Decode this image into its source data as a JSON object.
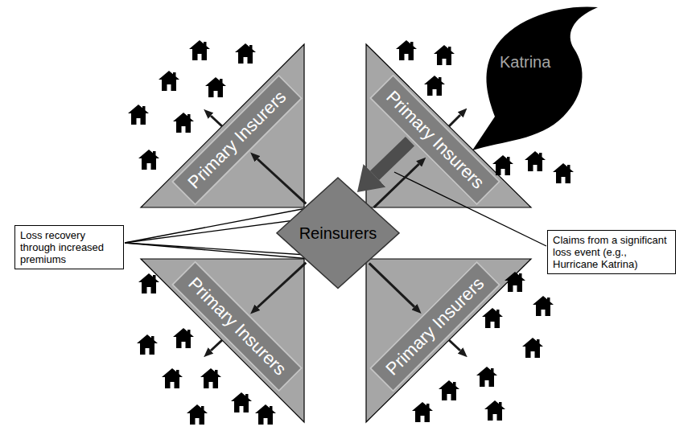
{
  "diagram": {
    "nodes": [
      {
        "text": [
          "Primary Insurers"
        ]
      },
      {
        "text": [
          "Primary Insurers"
        ]
      },
      {
        "text": [
          "Katrina"
        ]
      },
      {
        "text": [
          "Loss recovery through increased premiums"
        ]
      },
      {
        "text": [
          "Reinsurers"
        ]
      },
      {
        "text": [
          "Claims from a significant loss event (e.g., Hurricane Katrina)"
        ]
      },
      {
        "text": [
          "Primary Insurers"
        ]
      },
      {
        "text": [
          "Primary Insurers"
        ]
      }
    ],
    "edges": [
      {
        "from": 4,
        "to": 0,
        "arrow": "to"
      },
      {
        "from": 4,
        "to": 1,
        "arrow": "to"
      },
      {
        "from": 1,
        "to": 4,
        "arrow": "to"
      },
      {
        "from": 4,
        "to": 6,
        "arrow": "to"
      },
      {
        "from": 4,
        "to": 7,
        "arrow": "to"
      }
    ]
  }
}
